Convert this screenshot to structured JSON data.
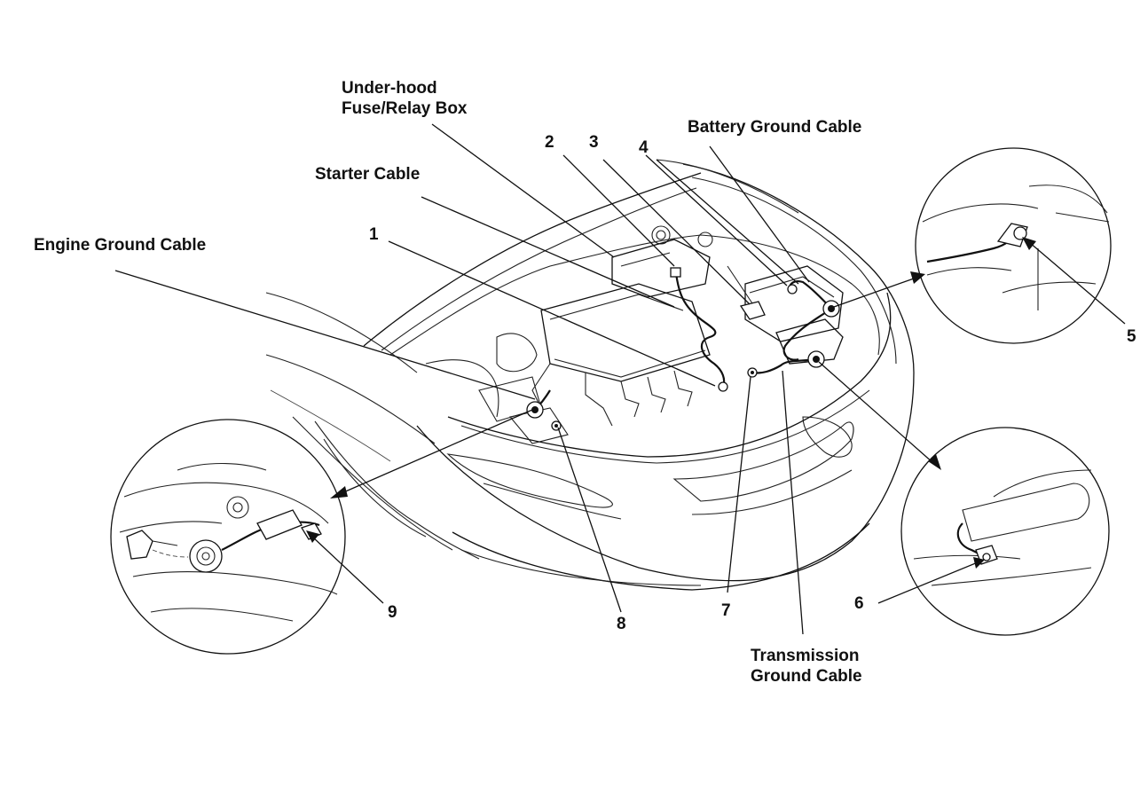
{
  "labels": {
    "underhood_line1": "Under-hood",
    "underhood_line2": "Fuse/Relay Box",
    "starter": "Starter Cable",
    "engine_ground": "Engine Ground Cable",
    "battery_ground": "Battery Ground Cable",
    "transmission_line1": "Transmission",
    "transmission_line2": "Ground Cable"
  },
  "callouts": {
    "n1": "1",
    "n2": "2",
    "n3": "3",
    "n4": "4",
    "n5": "5",
    "n6": "6",
    "n7": "7",
    "n8": "8",
    "n9": "9"
  }
}
